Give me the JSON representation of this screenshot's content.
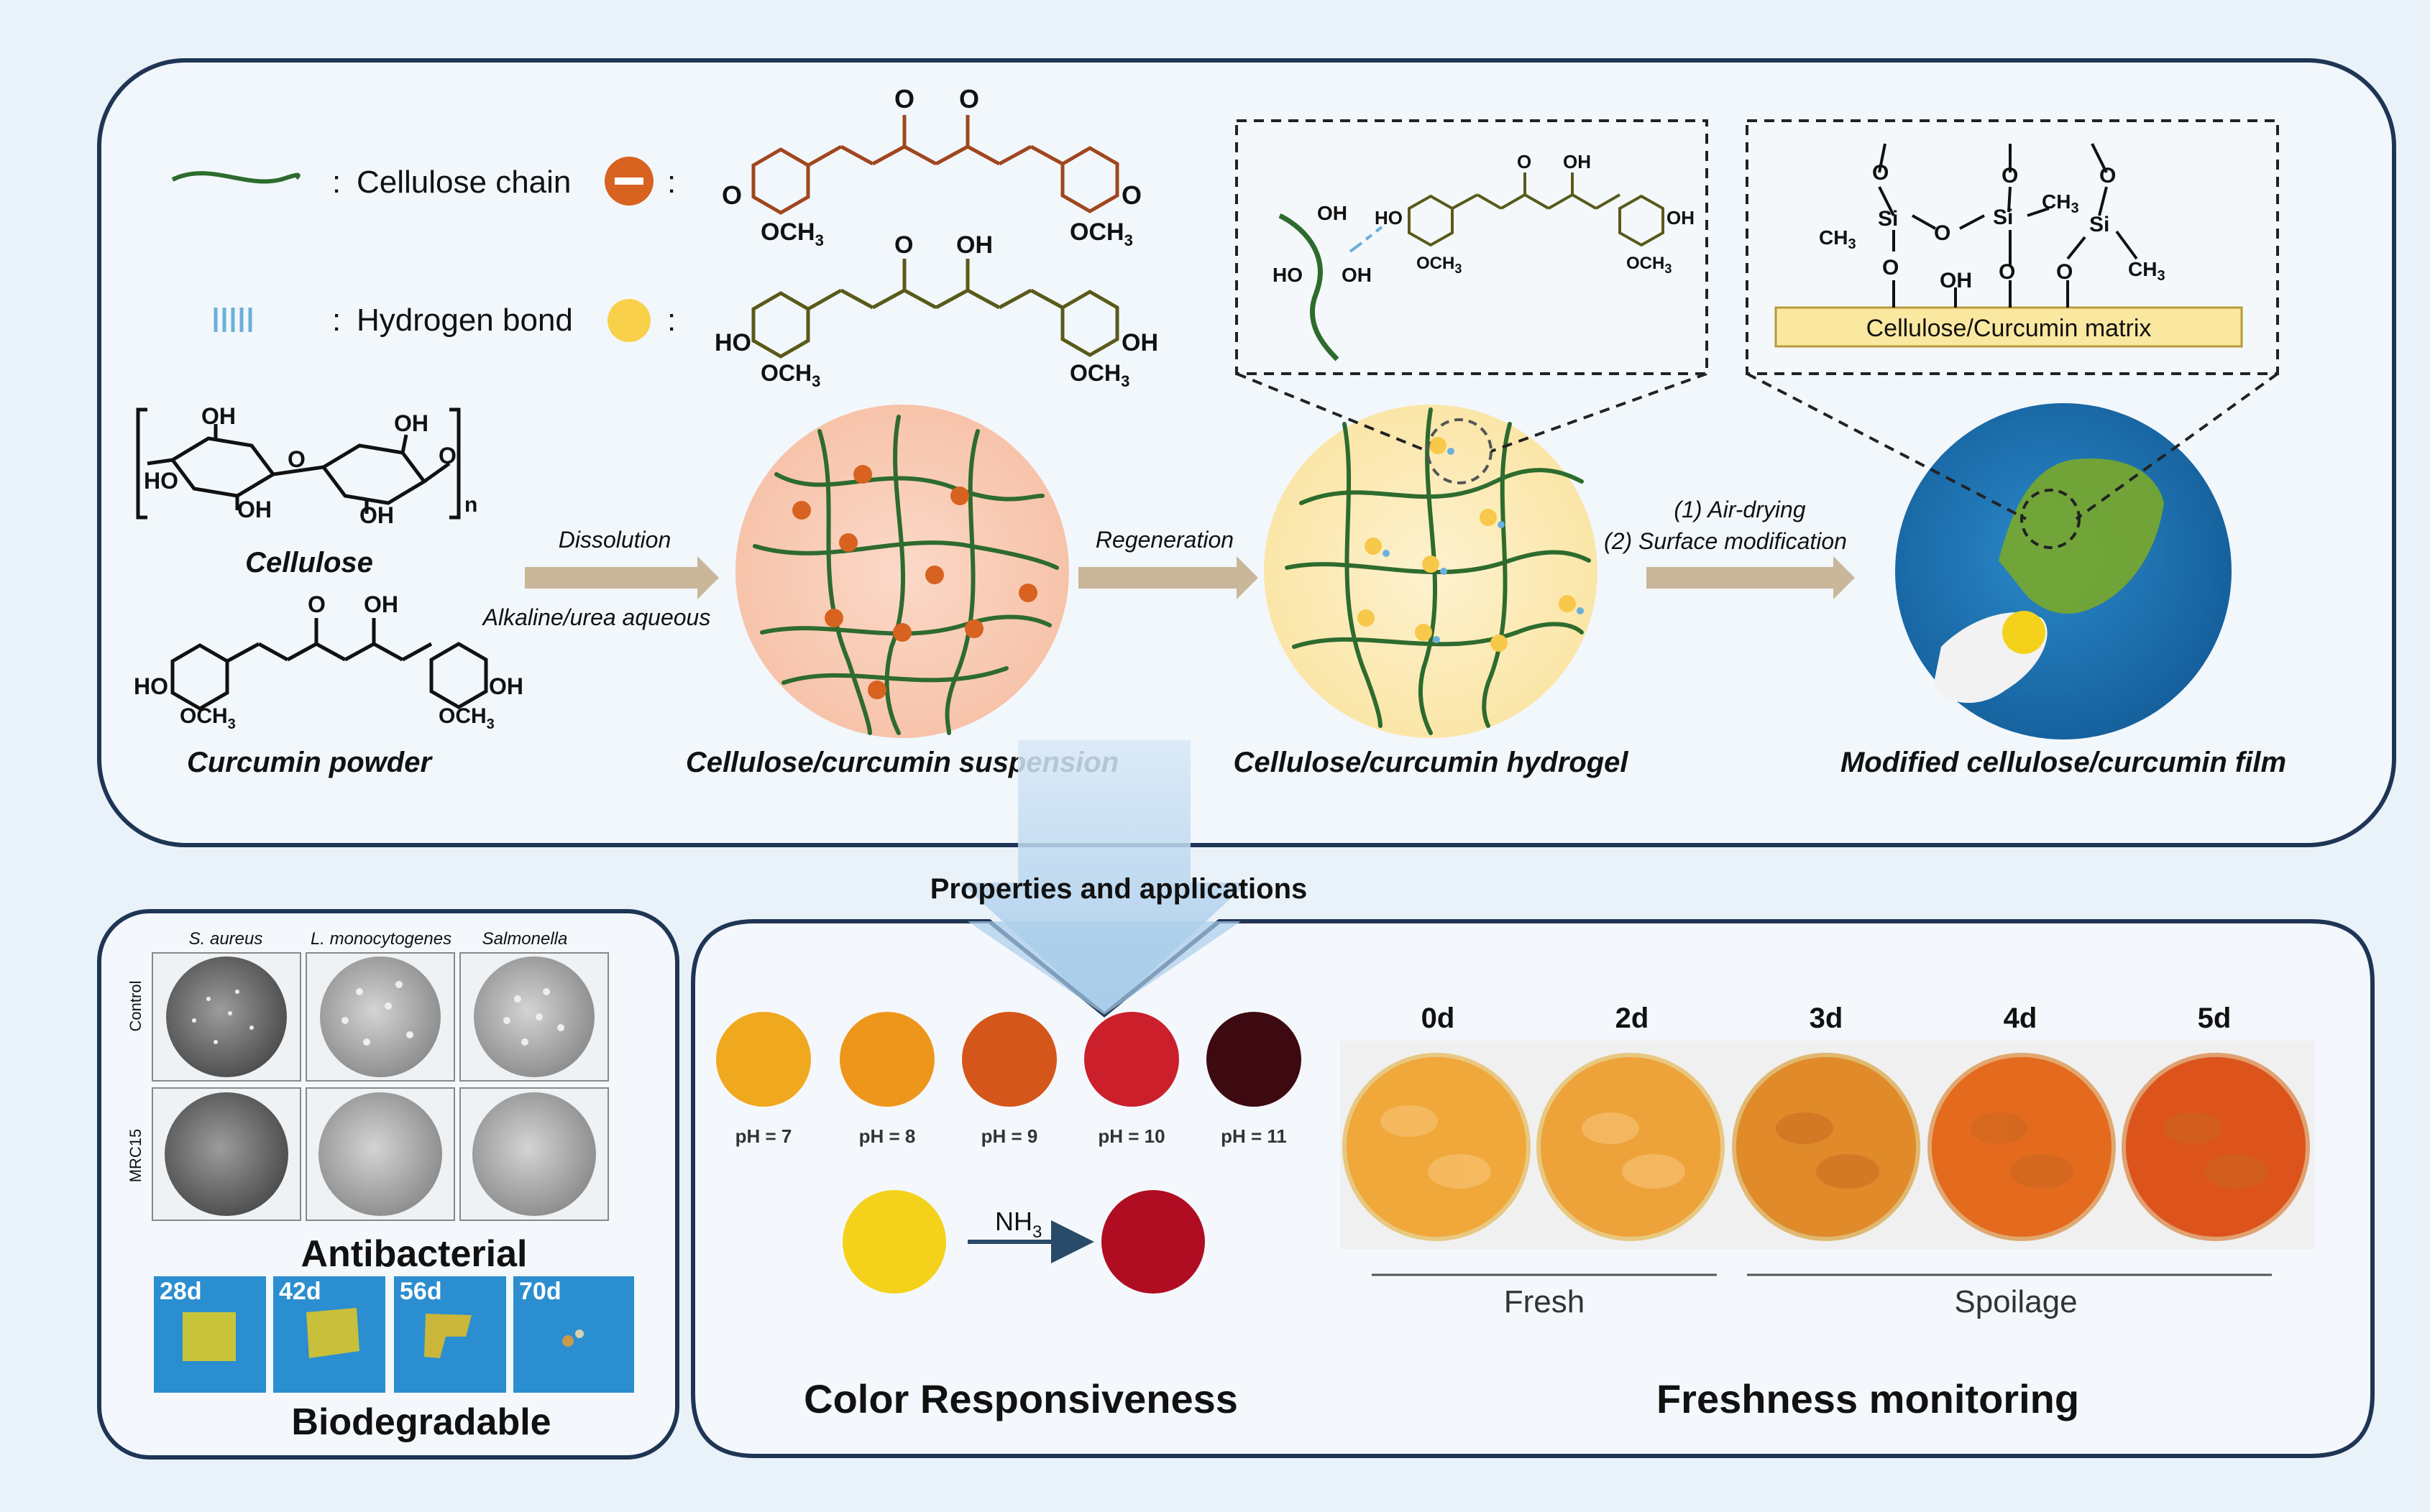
{
  "legend": {
    "cellulose_chain": "Cellulose chain",
    "hydrogen_bond": "Hydrogen bond",
    "separator": ":"
  },
  "chem_labels": {
    "och3": "OCH",
    "och3_sub": "3",
    "oh": "OH",
    "ho": "HO",
    "o": "O",
    "o_minus": "O",
    "si": "Si",
    "ch3": "CH",
    "ch3_sub": "3",
    "n": "n"
  },
  "colors": {
    "chain_green": "#2e6b2e",
    "curcumin_ion": "#c85a1a",
    "curcumin_ion_struct": "#a0461e",
    "curcumin_neutral": "#f5c842",
    "curcumin_neutral_struct": "#5a5a1a",
    "hbond": "#6ab0dc",
    "frame": "#1f3555",
    "arrow": "#c9b79a"
  },
  "process": {
    "cellulose_label": "Cellulose",
    "curcumin_label": "Curcumin powder",
    "dissolution": "Dissolution",
    "solvent": "Alkaline/urea aqueous",
    "suspension_label": "Cellulose/curcumin suspension",
    "regeneration": "Regeneration",
    "hydrogel_label": "Cellulose/curcumin hydrogel",
    "air_drying": "(1) Air-drying",
    "surface_mod": "(2) Surface modification",
    "film_label": "Modified cellulose/curcumin film",
    "matrix_label": "Cellulose/Curcumin matrix"
  },
  "properties_title": "Properties and applications",
  "antibacterial": {
    "bacteria": [
      "S. aureus",
      "L. monocytogenes",
      "Salmonella"
    ],
    "rows": [
      "Control",
      "MRC15"
    ],
    "title": "Antibacterial"
  },
  "biodegradable": {
    "days": [
      "28d",
      "42d",
      "56d",
      "70d"
    ],
    "title": "Biodegradable"
  },
  "color_response": {
    "swatches": [
      {
        "label": "pH = 7",
        "color": "#f0a81e"
      },
      {
        "label": "pH = 8",
        "color": "#ee961c"
      },
      {
        "label": "pH = 9",
        "color": "#d4561a"
      },
      {
        "label": "pH = 10",
        "color": "#cc1f2c"
      },
      {
        "label": "pH = 11",
        "color": "#3c0a10"
      }
    ],
    "before_color": "#f4d21c",
    "after_color": "#b00d22",
    "nh3": "NH",
    "nh3_sub": "3",
    "title": "Color Responsiveness"
  },
  "freshness": {
    "days": [
      {
        "label": "0d",
        "color": "#f0a83a"
      },
      {
        "label": "2d",
        "color": "#eea23a"
      },
      {
        "label": "3d",
        "color": "#e08a2a"
      },
      {
        "label": "4d",
        "color": "#e46a1e"
      },
      {
        "label": "5d",
        "color": "#dc541c"
      }
    ],
    "fresh": "Fresh",
    "spoilage": "Spoilage",
    "title": "Freshness monitoring"
  }
}
